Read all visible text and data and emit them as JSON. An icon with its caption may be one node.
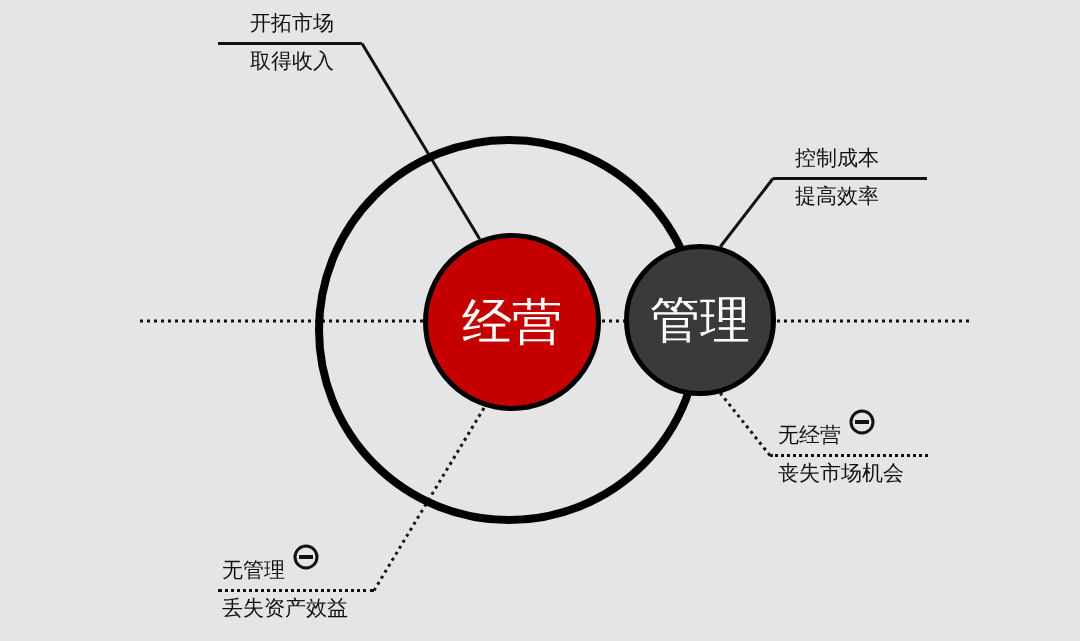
{
  "diagram": {
    "nodes": [
      {
        "text": [],
        "shape": "circle"
      },
      {
        "text": [
          "经营"
        ],
        "in": 0
      },
      {
        "text": [
          "管理"
        ]
      },
      {
        "text": [
          "开拓市场",
          "取得收入"
        ]
      },
      {
        "text": [
          "控制成本",
          "提高效率"
        ]
      },
      {
        "text": [
          "无经营",
          "丧失市场机会"
        ]
      },
      {
        "text": [
          "无管理",
          "丢失资产效益"
        ]
      }
    ],
    "edges": [
      {
        "from": 3,
        "to": 1,
        "arrow": "none"
      },
      {
        "from": 4,
        "to": 2,
        "arrow": "none"
      },
      {
        "from": 5,
        "to": 2,
        "arrow": "none",
        "style": "dashed"
      },
      {
        "from": 6,
        "to": 1,
        "arrow": "none",
        "style": "dashed"
      }
    ]
  }
}
